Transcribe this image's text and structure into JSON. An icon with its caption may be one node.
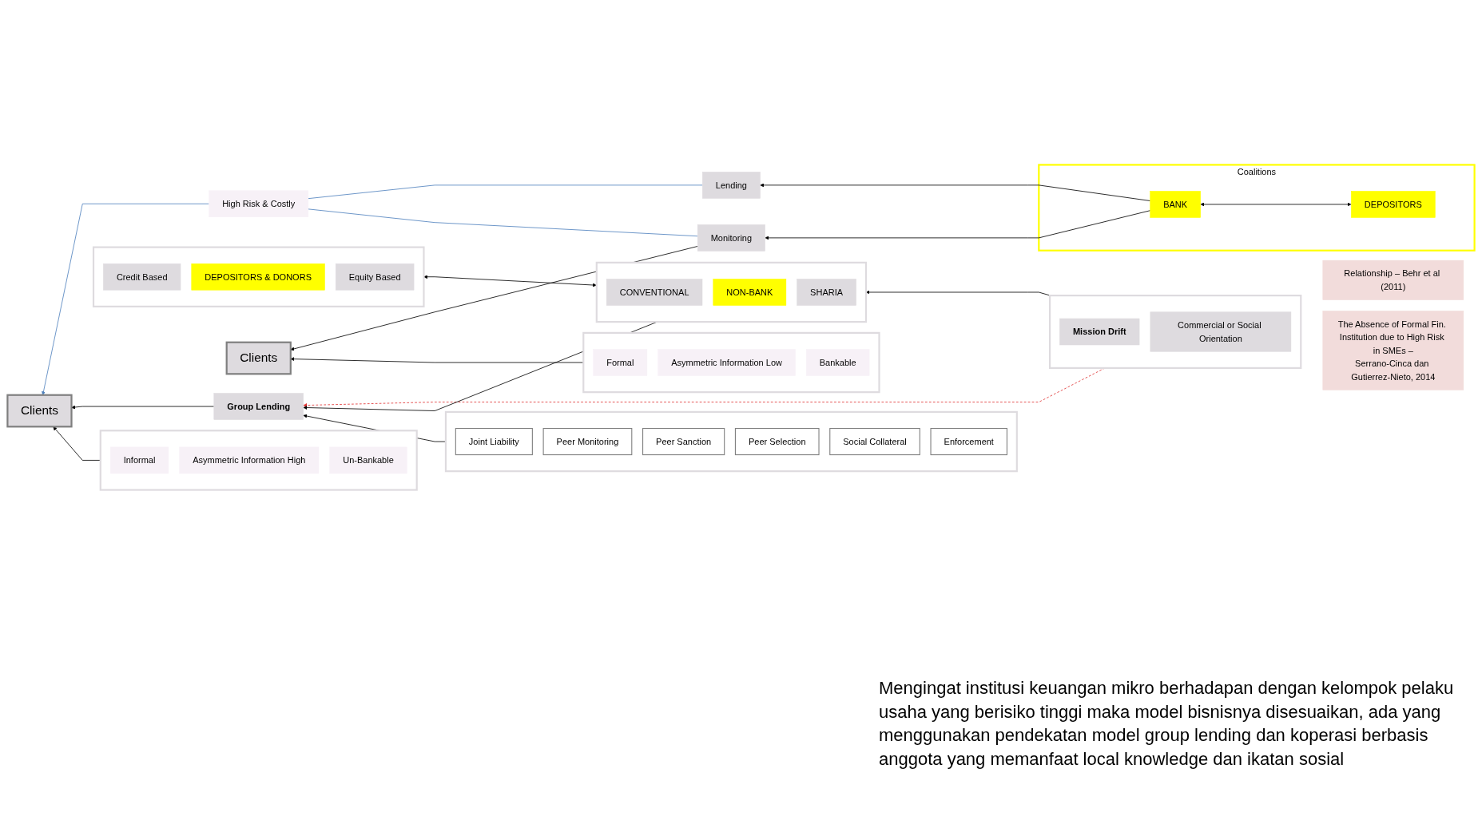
{
  "diagram": {
    "nodes": [
      {
        "text": [
          "Clients"
        ]
      },
      {
        "text": [],
        "shape": "box"
      },
      {
        "text": [
          "Formal"
        ],
        "in": 1
      },
      {
        "text": [
          "Asymmetric Information Low"
        ],
        "in": 1
      },
      {
        "text": [
          "Bankable"
        ],
        "in": 1
      },
      {
        "text": [
          "Lending"
        ]
      },
      {
        "text": [
          "Monitoring"
        ]
      },
      {
        "text": [
          "Coalitions"
        ]
      },
      {
        "text": [
          "DEPOSITORS"
        ],
        "in": 7
      },
      {
        "text": [
          "BANK"
        ],
        "in": 7
      },
      {
        "text": [
          "Relationship – Behr et al (2011)"
        ]
      },
      {
        "text": [],
        "shape": "box"
      },
      {
        "text": [
          "Mission Drift"
        ],
        "in": 11
      },
      {
        "text": [
          "Commercial or Social Orientation"
        ],
        "in": 11
      },
      {
        "text": [
          "High Risk & Costly"
        ]
      },
      {
        "text": [
          "The Absence of Formal Fin. Institution due to High Risk in SMEs –",
          "Serrano-Cinca dan Gutierrez-Nieto, 2014"
        ]
      },
      {
        "text": [
          "Clients"
        ]
      },
      {
        "text": [
          "Group Lending"
        ]
      },
      {
        "text": [],
        "shape": "box"
      },
      {
        "text": [
          "CONVENTIONAL"
        ],
        "in": 18
      },
      {
        "text": [
          "NON-BANK"
        ],
        "in": 18
      },
      {
        "text": [
          "SHARIA"
        ],
        "in": 18
      },
      {
        "text": [],
        "shape": "box"
      },
      {
        "text": [
          "Credit Based"
        ],
        "in": 22
      },
      {
        "text": [
          "DEPOSITORS & DONORS"
        ],
        "in": 22
      },
      {
        "text": [
          "Equity Based"
        ],
        "in": 22
      },
      {
        "text": [],
        "shape": "box"
      },
      {
        "text": [
          "Joint Liability"
        ],
        "in": 26
      },
      {
        "text": [
          "Peer Monitoring"
        ],
        "in": 26
      },
      {
        "text": [
          "Peer Sanction"
        ],
        "in": 26
      },
      {
        "text": [
          "Peer Selection"
        ],
        "in": 26
      },
      {
        "text": [
          "Social Collateral"
        ],
        "in": 26
      },
      {
        "text": [
          "Enforcement"
        ],
        "in": 26
      },
      {
        "text": [],
        "shape": "box"
      },
      {
        "text": [
          "Informal"
        ],
        "in": 33
      },
      {
        "text": [
          "Asymmetric Information High"
        ],
        "in": 33
      },
      {
        "text": [
          "Un-Bankable"
        ],
        "in": 33
      }
    ],
    "edges": [
      {
        "from": 1,
        "to": 0,
        "arrow": "to"
      },
      {
        "from": 6,
        "to": 0,
        "arrow": "to"
      },
      {
        "from": 9,
        "to": 5,
        "arrow": "to"
      },
      {
        "from": 9,
        "to": 6,
        "arrow": "to"
      },
      {
        "from": 8,
        "to": 9,
        "arrow": "both"
      },
      {
        "from": 5,
        "to": 14,
        "arrow": "none",
        "color": "#4f81bd"
      },
      {
        "from": 6,
        "to": 14,
        "arrow": "none",
        "color": "#4f81bd"
      },
      {
        "from": 14,
        "to": 16,
        "arrow": "to",
        "color": "#4f81bd"
      },
      {
        "from": 11,
        "to": 18,
        "arrow": "to"
      },
      {
        "from": 11,
        "to": 17,
        "arrow": "to",
        "style": "dashed",
        "color": "#e03030"
      },
      {
        "from": 17,
        "to": 16,
        "arrow": "to"
      },
      {
        "from": 18,
        "to": 17,
        "arrow": "to"
      },
      {
        "from": 18,
        "to": 22,
        "arrow": "both"
      },
      {
        "from": 26,
        "to": 17,
        "arrow": "to"
      },
      {
        "from": 33,
        "to": 16,
        "arrow": "to"
      }
    ],
    "labels": [
      "Mengingat institusi keuangan mikro berhadapan dengan kelompok pelaku usaha yang berisiko tinggi maka model bisnisnya disesuaikan, ada yang menggunakan pendekatan model group lending dan koperasi berbasis anggota  yang memanfaat local knowledge dan ikatan sosial"
    ]
  }
}
